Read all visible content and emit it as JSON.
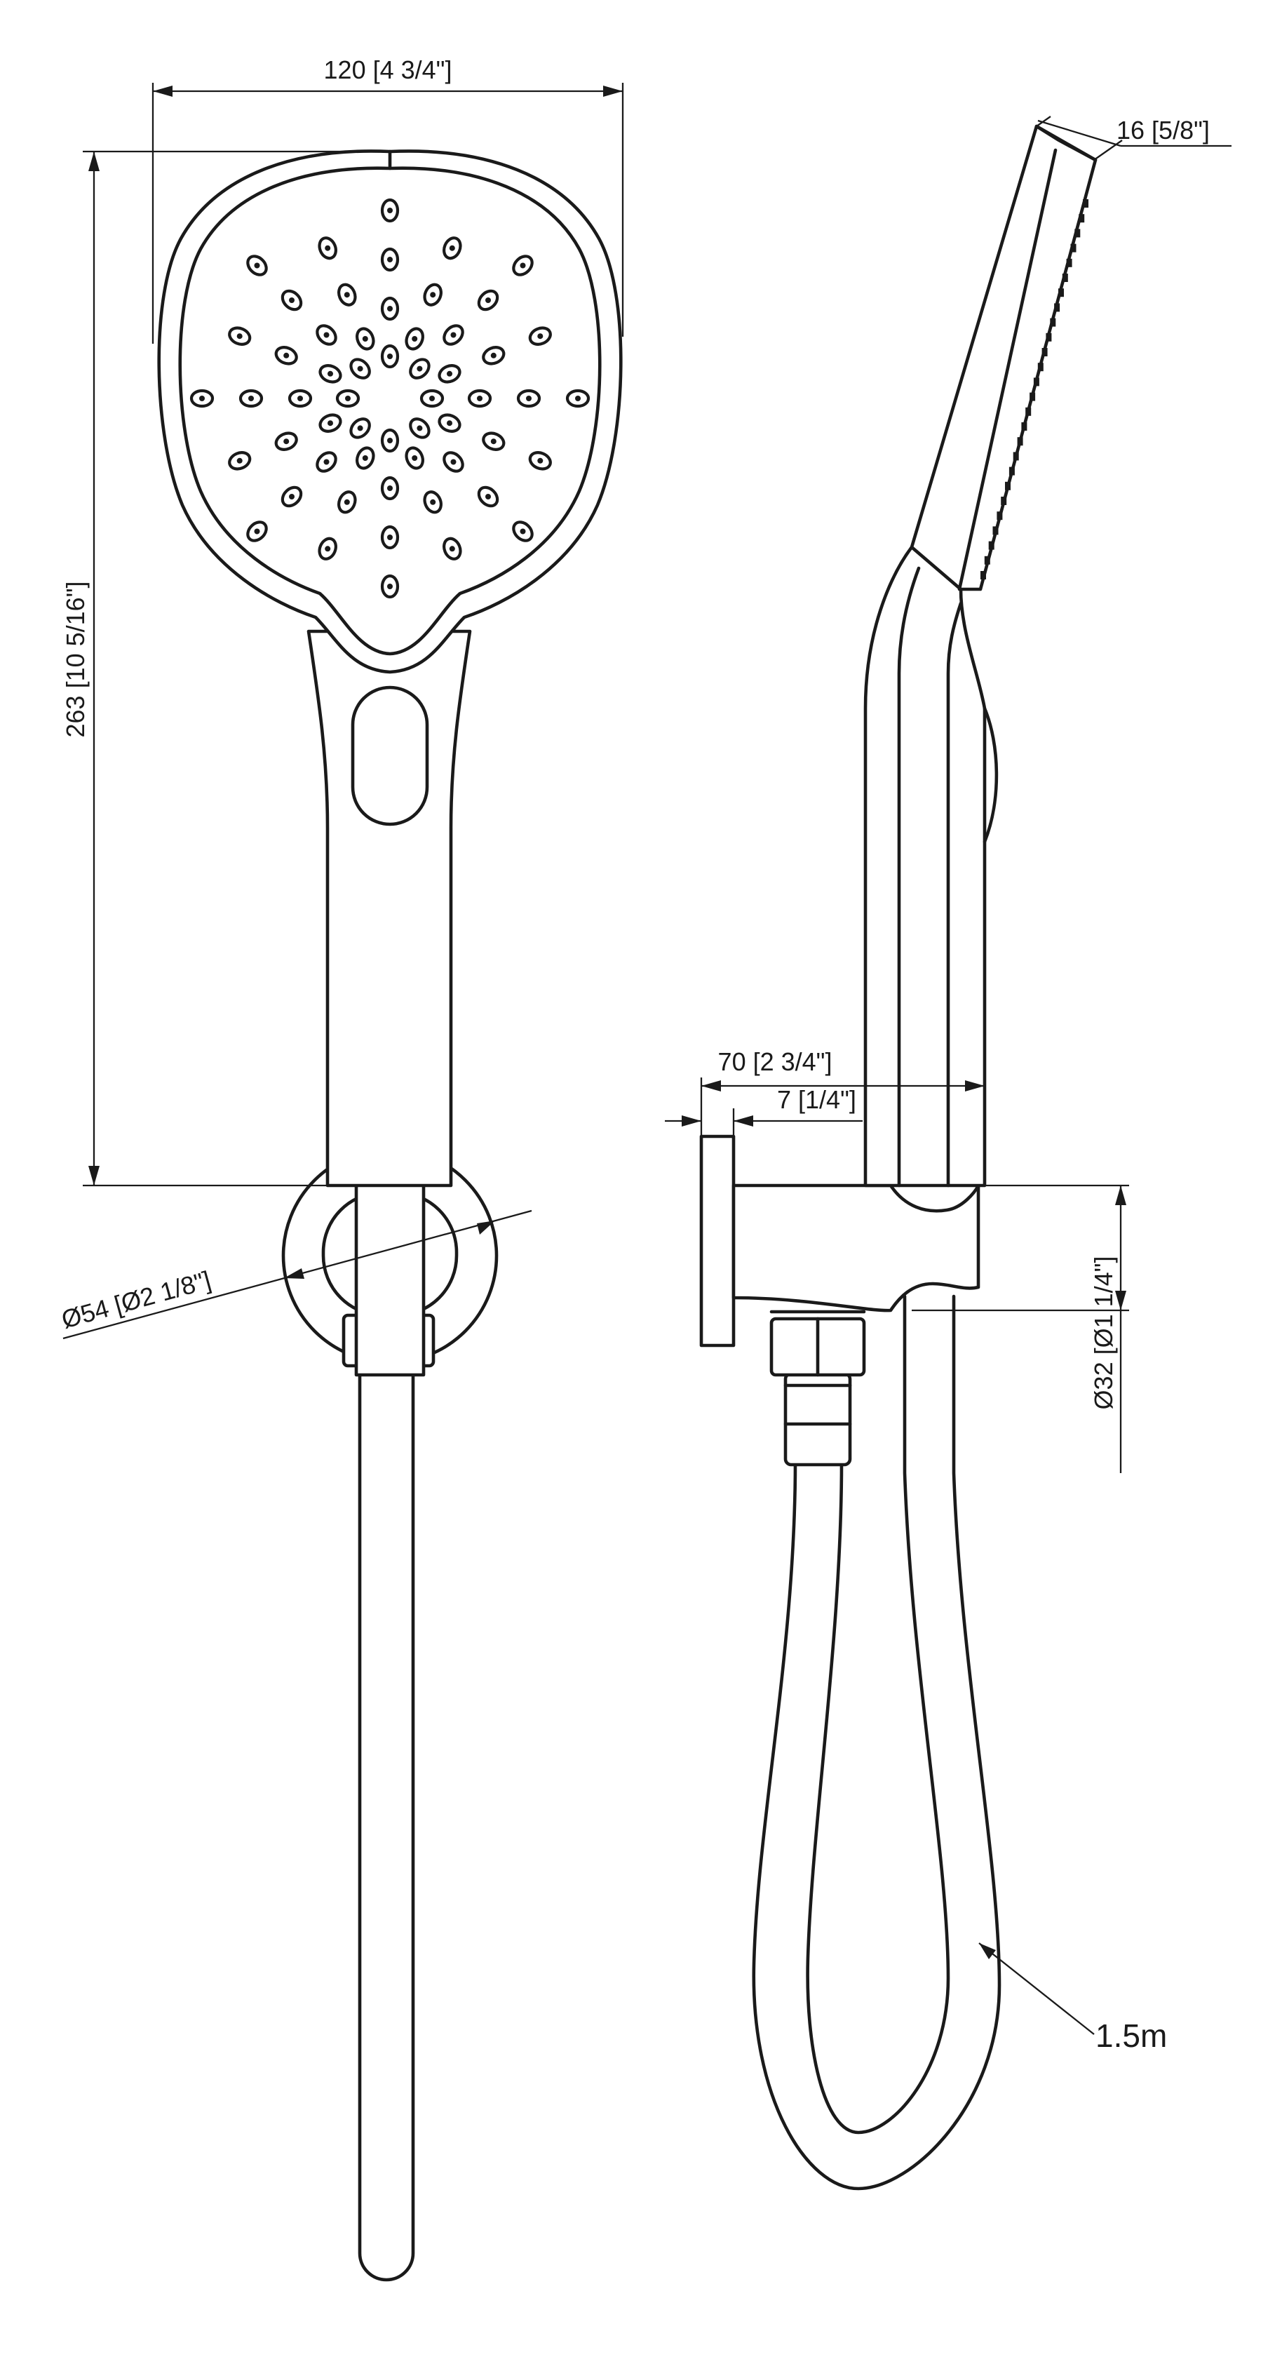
{
  "dimensions": {
    "head_width": "120 [4 3/4\"]",
    "head_thickness": "16 [5/8\"]",
    "total_height": "263 [10 5/16\"]",
    "bracket_projection": "70 [2 3/4\"]",
    "plate_thickness": "7 [1/4\"]",
    "wall_plate_diameter": "Ø54 [Ø2 1/8\"]",
    "holder_diameter": "Ø32 [Ø1 1/4\"]",
    "hose_length": "1.5m"
  },
  "colors": {
    "line": "#1a1a1a",
    "background": "#ffffff"
  }
}
